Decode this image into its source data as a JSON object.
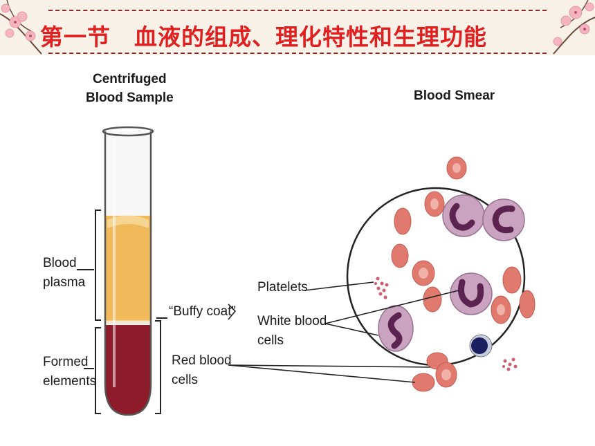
{
  "slide_title": "第一节　血液的组成、理化特性和生理功能",
  "colors": {
    "title": "#e02020",
    "plasma": "#f0b95a",
    "red_cells": "#8e1b2a",
    "rbc": "#e07a6e",
    "wbc": "#c9a3c0",
    "nucleus": "#5a2350",
    "lymph_nucleus": "#1c2060",
    "blossom": "#f3b6c1"
  },
  "icons": [
    "cherry-blossom-corner-left",
    "cherry-blossom-corner-right",
    "test-tube-icon",
    "blood-smear-circle"
  ],
  "diagram": {
    "tube_heading": [
      "Centrifuged",
      "Blood Sample"
    ],
    "smear_heading": "Blood Smear",
    "blood_plasma": [
      "Blood",
      "plasma"
    ],
    "formed_elements": [
      "Formed",
      "elements"
    ],
    "buffy_coat": "“Buffy coat”",
    "platelets": "Platelets",
    "white_blood_cells": [
      "White blood",
      "cells"
    ],
    "red_blood_cells": [
      "Red blood",
      "cells"
    ]
  }
}
